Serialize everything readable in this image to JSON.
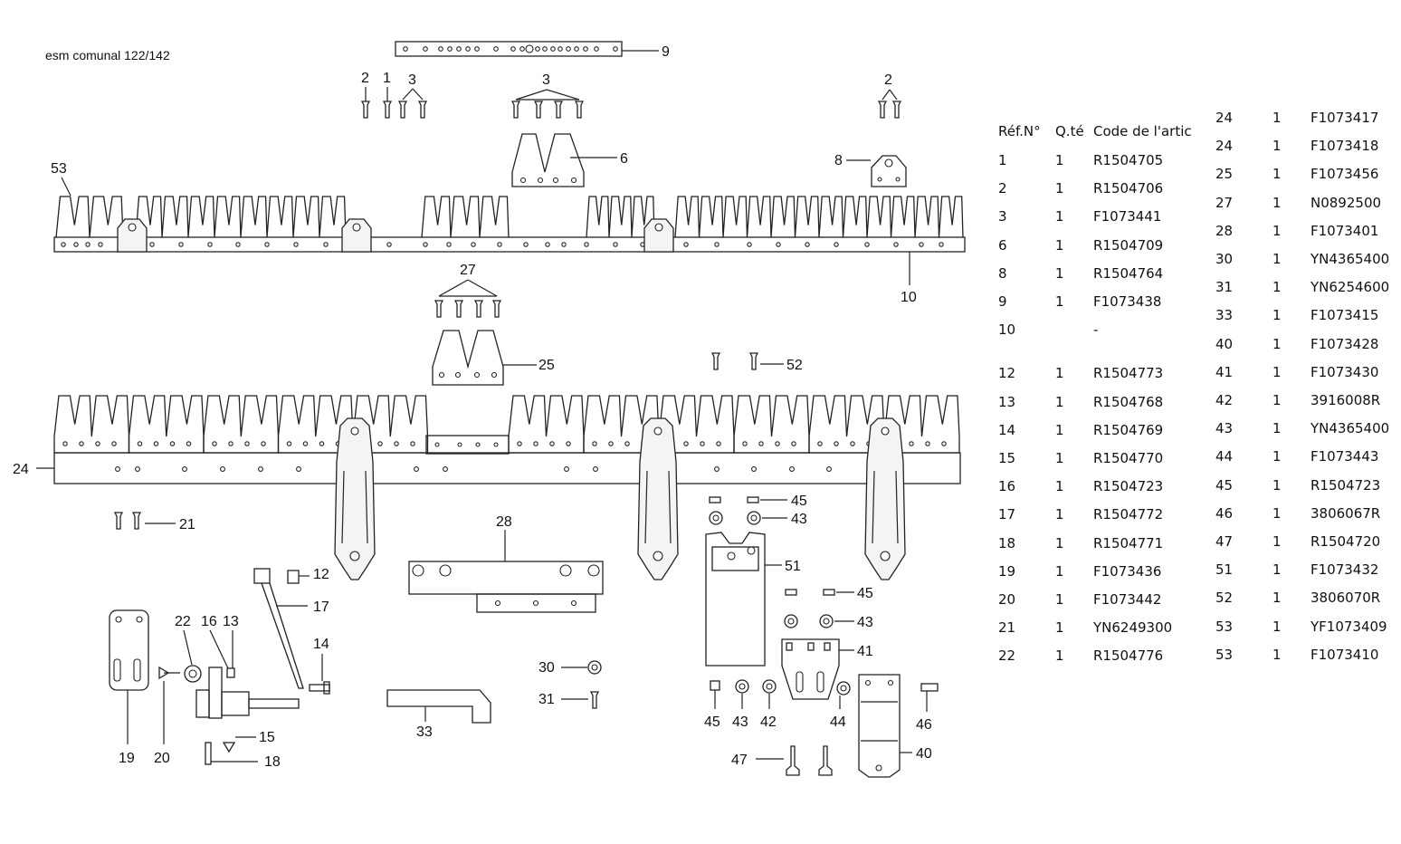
{
  "title": "esm comunal 122/142",
  "table": {
    "headers": {
      "ref": "Réf.N°",
      "qty": "Q.té",
      "code": "Code de l'article"
    },
    "left_rows": [
      {
        "ref": "1",
        "qty": "1",
        "code": "R1504705"
      },
      {
        "ref": "2",
        "qty": "1",
        "code": "R1504706"
      },
      {
        "ref": "3",
        "qty": "1",
        "code": "F1073441"
      },
      {
        "ref": "6",
        "qty": "1",
        "code": "R1504709"
      },
      {
        "ref": "8",
        "qty": "1",
        "code": "R1504764"
      },
      {
        "ref": "9",
        "qty": "1",
        "code": "F1073438"
      },
      {
        "ref": "10",
        "qty": "",
        "code": "-"
      },
      {
        "ref": "12",
        "qty": "1",
        "code": "R1504773"
      },
      {
        "ref": "13",
        "qty": "1",
        "code": "R1504768"
      },
      {
        "ref": "14",
        "qty": "1",
        "code": "R1504769"
      },
      {
        "ref": "15",
        "qty": "1",
        "code": "R1504770"
      },
      {
        "ref": "16",
        "qty": "1",
        "code": "R1504723"
      },
      {
        "ref": "17",
        "qty": "1",
        "code": "R1504772"
      },
      {
        "ref": "18",
        "qty": "1",
        "code": "R1504771"
      },
      {
        "ref": "19",
        "qty": "1",
        "code": "F1073436"
      },
      {
        "ref": "20",
        "qty": "1",
        "code": "F1073442"
      },
      {
        "ref": "21",
        "qty": "1",
        "code": "YN6249300"
      },
      {
        "ref": "22",
        "qty": "1",
        "code": "R1504776"
      }
    ],
    "right_rows": [
      {
        "ref": "24",
        "qty": "1",
        "code": "F1073417"
      },
      {
        "ref": "24",
        "qty": "1",
        "code": "F1073418"
      },
      {
        "ref": "25",
        "qty": "1",
        "code": "F1073456"
      },
      {
        "ref": "27",
        "qty": "1",
        "code": "N0892500"
      },
      {
        "ref": "28",
        "qty": "1",
        "code": "F1073401"
      },
      {
        "ref": "30",
        "qty": "1",
        "code": "YN4365400"
      },
      {
        "ref": "31",
        "qty": "1",
        "code": "YN6254600"
      },
      {
        "ref": "33",
        "qty": "1",
        "code": "F1073415"
      },
      {
        "ref": "40",
        "qty": "1",
        "code": "F1073428"
      },
      {
        "ref": "41",
        "qty": "1",
        "code": "F1073430"
      },
      {
        "ref": "42",
        "qty": "1",
        "code": "3916008R"
      },
      {
        "ref": "43",
        "qty": "1",
        "code": "YN4365400"
      },
      {
        "ref": "44",
        "qty": "1",
        "code": "F1073443"
      },
      {
        "ref": "45",
        "qty": "1",
        "code": "R1504723"
      },
      {
        "ref": "46",
        "qty": "1",
        "code": "3806067R"
      },
      {
        "ref": "47",
        "qty": "1",
        "code": "R1504720"
      },
      {
        "ref": "51",
        "qty": "1",
        "code": "F1073432"
      },
      {
        "ref": "52",
        "qty": "1",
        "code": "3806070R"
      },
      {
        "ref": "53",
        "qty": "1",
        "code": "YF1073409"
      },
      {
        "ref": "53",
        "qty": "1",
        "code": "F1073410"
      }
    ]
  },
  "callouts": {
    "c9": "9",
    "c2a": "2",
    "c1": "1",
    "c3a": "3",
    "c3b": "3",
    "c2b": "2",
    "c6": "6",
    "c8": "8",
    "c53": "53",
    "c10": "10",
    "c27": "27",
    "c25": "25",
    "c52": "52",
    "c24": "24",
    "c45a": "45",
    "c43a": "43",
    "c21": "21",
    "c28": "28",
    "c51": "51",
    "c12": "12",
    "c17": "17",
    "c45b": "45",
    "c43b": "43",
    "c22": "22",
    "c16": "16",
    "c13": "13",
    "c14": "14",
    "c41": "41",
    "c30": "30",
    "c31": "31",
    "c33": "33",
    "c15": "15",
    "c19": "19",
    "c20": "20",
    "c18": "18",
    "c45c": "45",
    "c43c": "43",
    "c42": "42",
    "c44": "44",
    "c46": "46",
    "c47": "47",
    "c40": "40"
  }
}
